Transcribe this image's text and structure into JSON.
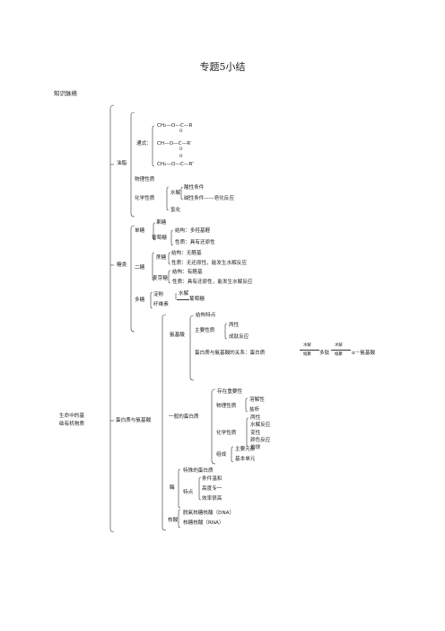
{
  "doc": {
    "title": "专题5小结",
    "subtitle": "知识脉络"
  },
  "root": {
    "label_line1": "生命中的基",
    "label_line2": "础有机物质"
  },
  "fat": {
    "label": "油脂",
    "structure_label": "通式：",
    "formula": {
      "r1": "CH₂—O—C—R",
      "r2": "CH—O—C—R′",
      "r3": "CH₂—O—C—R″",
      "o": "O"
    },
    "physical": "物理性质",
    "chemical": "化学性质",
    "hydrolysis": "水解",
    "acidic": "酸性条件",
    "basic": "碱性条件——皂化反应",
    "hydrogenation": "氢化"
  },
  "sugar": {
    "label": "糖类",
    "mono": "单糖",
    "fructose": "果糖",
    "glucose": "葡萄糖",
    "glucose_struct": "结构：多羟基醛",
    "glucose_prop": "性质：具有还原性",
    "di": "二糖",
    "sucrose": "蔗糖",
    "sucrose_struct": "结构：无醛基",
    "sucrose_prop": "性质：无还原性，能发生水解反应",
    "maltose": "麦芽糖",
    "maltose_struct": "结构：有醛基",
    "maltose_prop": "性质：具有还原性，能发生水解反应",
    "poly": "多糖",
    "starch": "淀粉",
    "cellulose": "纤维素",
    "hydrolysis": "水解",
    "product": "葡萄糖"
  },
  "protein": {
    "label": "蛋白质与氨基酸",
    "amino": {
      "label": "氨基酸",
      "structure": "结构特点",
      "main_prop": "主要性质",
      "amphoteric": "两性",
      "peptide": "成肽反应",
      "relation": "蛋白质与氨基酸的关系：蛋白质",
      "arrow1_top": "水解",
      "arrow1_bottom": "缩聚",
      "mid": "多肽",
      "arrow2_top": "水解",
      "arrow2_bottom": "缩聚",
      "end": "α－氨基酸"
    },
    "general": {
      "label": "一般的蛋白质",
      "exists": "存在重要性",
      "physical": "物理性质",
      "solubility": "溶解性",
      "salting": "盐析",
      "chemical": "化学性质",
      "chem_items": [
        "两性",
        "水解反应",
        "变性",
        "颜色反应",
        "灼烧"
      ],
      "composition": "组成",
      "elements": "主要元素",
      "unit": "基本单元"
    },
    "enzyme": {
      "label": "酶",
      "special": "特殊的蛋白质",
      "feature": "特点",
      "f1": "条件温和",
      "f2": "高度专一",
      "f3": "效率很高"
    },
    "nucleic": {
      "label": "核酸",
      "dna": "脱氧核糖核酸（DNA）",
      "rna": "核糖核酸（RNA）"
    }
  }
}
